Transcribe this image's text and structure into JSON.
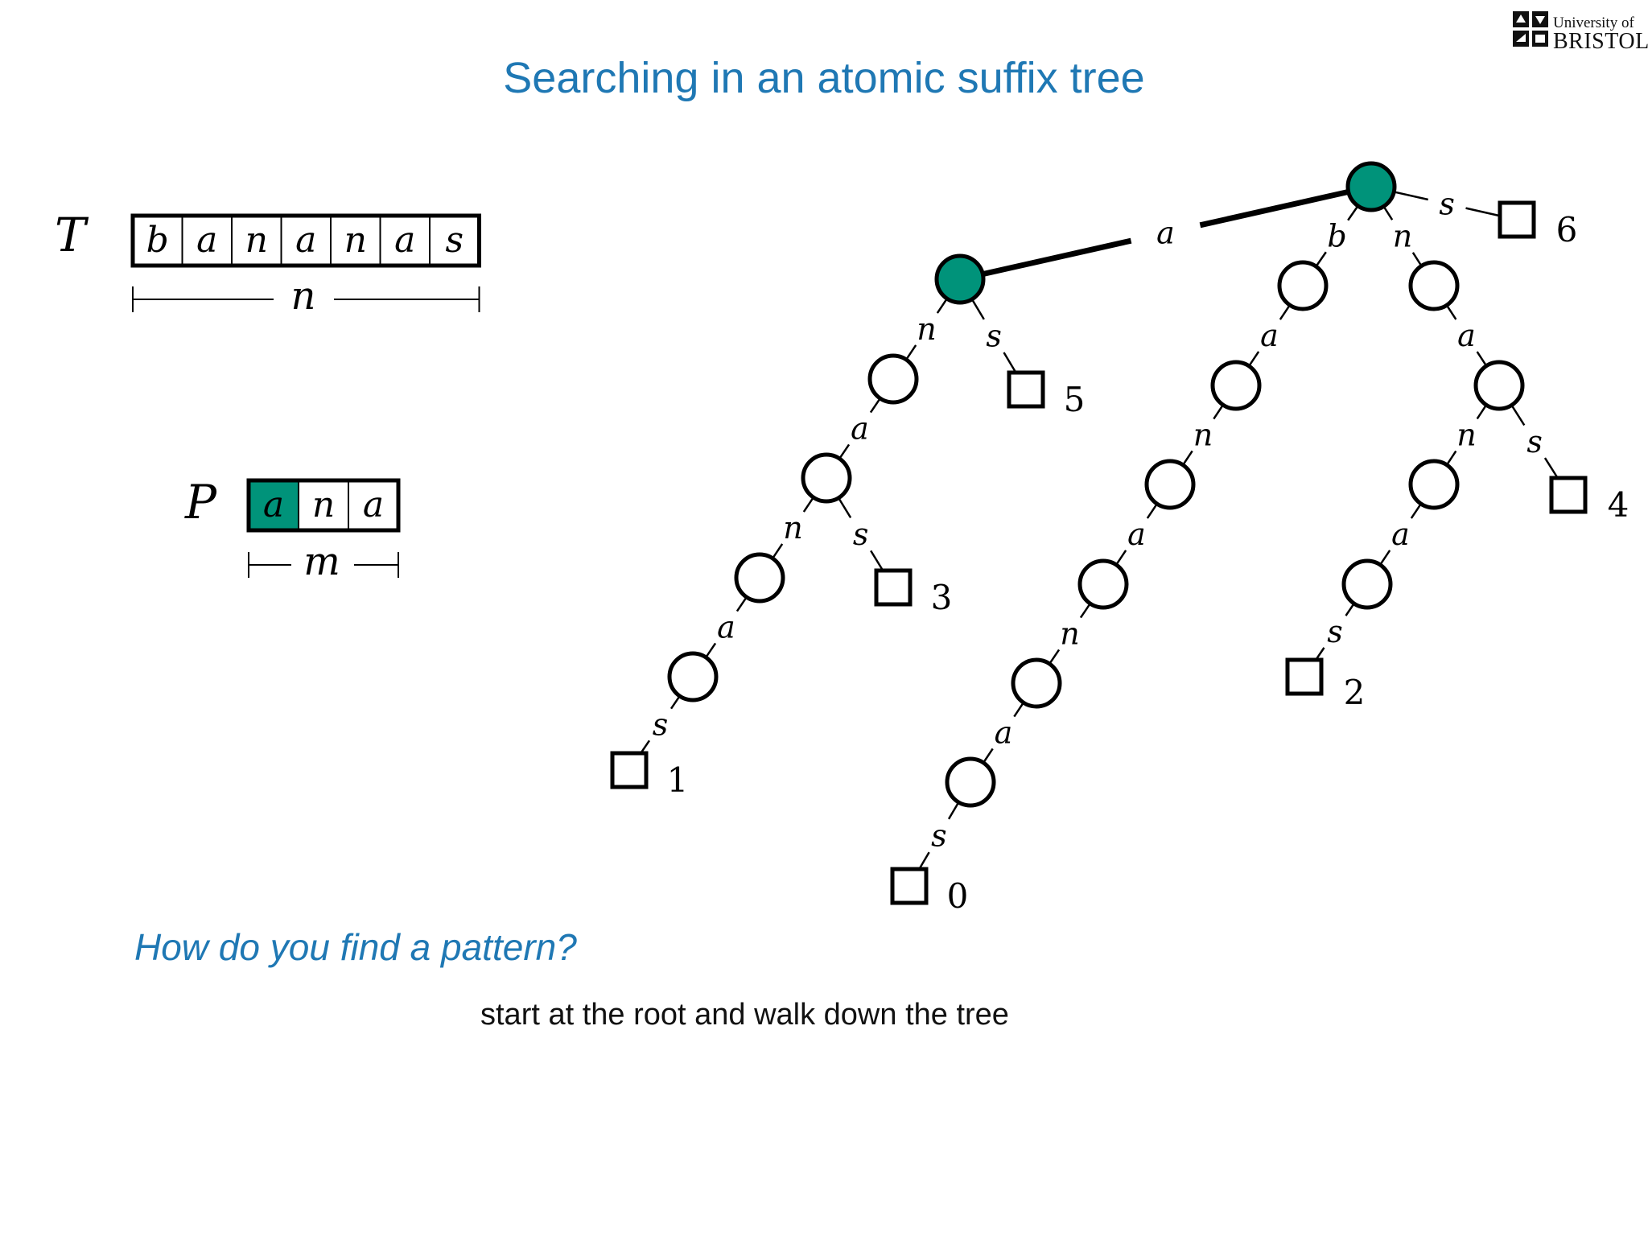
{
  "title": "Searching in an atomic suffix tree",
  "logo": {
    "line1": "University of",
    "line2": "BRISTOL"
  },
  "text_array": {
    "symbol": "T",
    "chars": [
      "b",
      "a",
      "n",
      "a",
      "n",
      "a",
      "s"
    ],
    "length_label": "n"
  },
  "pattern_array": {
    "symbol": "P",
    "chars": [
      "a",
      "n",
      "a"
    ],
    "highlighted": [
      0
    ],
    "length_label": "m"
  },
  "colors": {
    "highlight": "#00937a",
    "title": "#1f78b4",
    "ink": "#000000"
  },
  "tree": {
    "nodes": [
      {
        "id": "root",
        "kind": "internal",
        "highlighted": true
      },
      {
        "id": "A",
        "kind": "internal",
        "highlighted": true
      },
      {
        "id": "AN",
        "kind": "internal"
      },
      {
        "id": "ANA",
        "kind": "internal"
      },
      {
        "id": "ANAN",
        "kind": "internal"
      },
      {
        "id": "ANANA",
        "kind": "internal"
      },
      {
        "id": "L1",
        "kind": "leaf",
        "label": "1"
      },
      {
        "id": "L3",
        "kind": "leaf",
        "label": "3"
      },
      {
        "id": "L5",
        "kind": "leaf",
        "label": "5"
      },
      {
        "id": "B",
        "kind": "internal"
      },
      {
        "id": "BA",
        "kind": "internal"
      },
      {
        "id": "BAN",
        "kind": "internal"
      },
      {
        "id": "BANA",
        "kind": "internal"
      },
      {
        "id": "BANAN",
        "kind": "internal"
      },
      {
        "id": "BANANA",
        "kind": "internal"
      },
      {
        "id": "L0",
        "kind": "leaf",
        "label": "0"
      },
      {
        "id": "N",
        "kind": "internal"
      },
      {
        "id": "NA",
        "kind": "internal"
      },
      {
        "id": "NAN",
        "kind": "internal"
      },
      {
        "id": "NANA",
        "kind": "internal"
      },
      {
        "id": "L2",
        "kind": "leaf",
        "label": "2"
      },
      {
        "id": "L4",
        "kind": "leaf",
        "label": "4"
      },
      {
        "id": "L6",
        "kind": "leaf",
        "label": "6"
      }
    ],
    "edges": [
      {
        "from": "root",
        "to": "A",
        "label": "a",
        "highlighted": true
      },
      {
        "from": "root",
        "to": "B",
        "label": "b"
      },
      {
        "from": "root",
        "to": "N",
        "label": "n"
      },
      {
        "from": "root",
        "to": "L6",
        "label": "s"
      },
      {
        "from": "A",
        "to": "AN",
        "label": "n"
      },
      {
        "from": "A",
        "to": "L5",
        "label": "s"
      },
      {
        "from": "AN",
        "to": "ANA",
        "label": "a"
      },
      {
        "from": "ANA",
        "to": "ANAN",
        "label": "n"
      },
      {
        "from": "ANA",
        "to": "L3",
        "label": "s"
      },
      {
        "from": "ANAN",
        "to": "ANANA",
        "label": "a"
      },
      {
        "from": "ANANA",
        "to": "L1",
        "label": "s"
      },
      {
        "from": "B",
        "to": "BA",
        "label": "a"
      },
      {
        "from": "BA",
        "to": "BAN",
        "label": "n"
      },
      {
        "from": "BAN",
        "to": "BANA",
        "label": "a"
      },
      {
        "from": "BANA",
        "to": "BANAN",
        "label": "n"
      },
      {
        "from": "BANAN",
        "to": "BANANA",
        "label": "a"
      },
      {
        "from": "BANANA",
        "to": "L0",
        "label": "s"
      },
      {
        "from": "N",
        "to": "NA",
        "label": "a"
      },
      {
        "from": "NA",
        "to": "NAN",
        "label": "n"
      },
      {
        "from": "NA",
        "to": "L4",
        "label": "s"
      },
      {
        "from": "NAN",
        "to": "NANA",
        "label": "a"
      },
      {
        "from": "NANA",
        "to": "L2",
        "label": "s"
      }
    ]
  },
  "question": "How do you find a pattern?",
  "answer": "start at the root and walk down the tree"
}
